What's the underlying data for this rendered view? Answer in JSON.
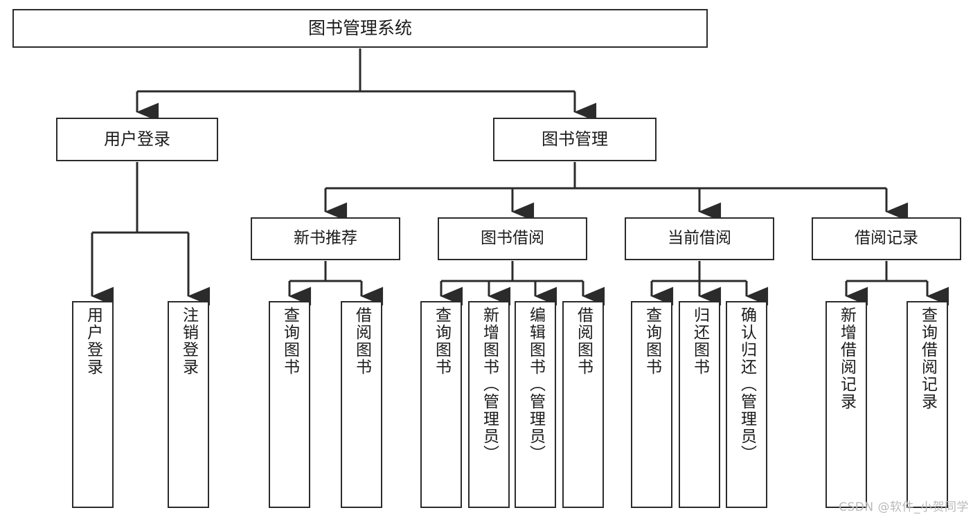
{
  "diagram": {
    "type": "tree",
    "title": "图书管理系统",
    "levels": {
      "root": {
        "label": "图书管理系统"
      },
      "level2": [
        {
          "id": "user-login",
          "label": "用户登录"
        },
        {
          "id": "book-manage",
          "label": "图书管理"
        }
      ],
      "level3": [
        {
          "id": "new-book-rec",
          "label": "新书推荐",
          "parent": "book-manage"
        },
        {
          "id": "book-borrow",
          "label": "图书借阅",
          "parent": "book-manage"
        },
        {
          "id": "current-borrow",
          "label": "当前借阅",
          "parent": "book-manage"
        },
        {
          "id": "borrow-record",
          "label": "借阅记录",
          "parent": "book-manage"
        }
      ],
      "leaves": [
        {
          "id": "leaf-user-login",
          "label": "用户登录",
          "parent": "user-login"
        },
        {
          "id": "leaf-logout",
          "label": "注销登录",
          "parent": "user-login"
        },
        {
          "id": "leaf-query-book-1",
          "label": "查询图书",
          "parent": "new-book-rec"
        },
        {
          "id": "leaf-borrow-book-1",
          "label": "借阅图书",
          "parent": "new-book-rec"
        },
        {
          "id": "leaf-query-book-2",
          "label": "查询图书",
          "parent": "book-borrow"
        },
        {
          "id": "leaf-add-book",
          "label": "新增图书（管理员）",
          "parent": "book-borrow"
        },
        {
          "id": "leaf-edit-book",
          "label": "编辑图书（管理员）",
          "parent": "book-borrow"
        },
        {
          "id": "leaf-borrow-book-2",
          "label": "借阅图书",
          "parent": "book-borrow"
        },
        {
          "id": "leaf-query-book-3",
          "label": "查询图书",
          "parent": "current-borrow"
        },
        {
          "id": "leaf-return-book",
          "label": "归还图书",
          "parent": "current-borrow"
        },
        {
          "id": "leaf-confirm-return",
          "label": "确认归还（管理员）",
          "parent": "current-borrow"
        },
        {
          "id": "leaf-add-record",
          "label": "新增借阅记录",
          "parent": "borrow-record"
        },
        {
          "id": "leaf-query-record",
          "label": "查询借阅记录",
          "parent": "borrow-record"
        }
      ]
    },
    "colors": {
      "box_border": "#2b2b2b",
      "box_fill": "#ffffff",
      "connector": "#2b2b2b",
      "text": "#1b1b1b",
      "background": "#ffffff",
      "watermark": "#b9b9b9"
    }
  },
  "watermark": {
    "text": "CSDN @软件_小贺同学"
  }
}
